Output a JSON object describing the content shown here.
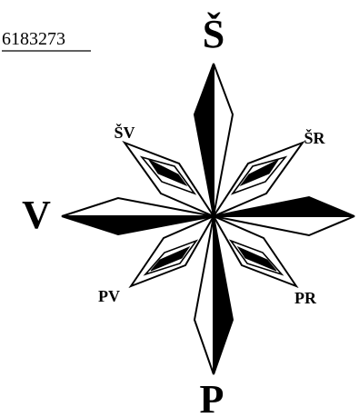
{
  "reference_number": "6183273",
  "directions": {
    "north": "Š",
    "south": "P",
    "west": "V",
    "east": "",
    "northwest": "ŠV",
    "northeast": "ŠR",
    "southwest": "PV",
    "southeast": "PR"
  },
  "colors": {
    "ink": "#000000",
    "paper": "#ffffff"
  }
}
